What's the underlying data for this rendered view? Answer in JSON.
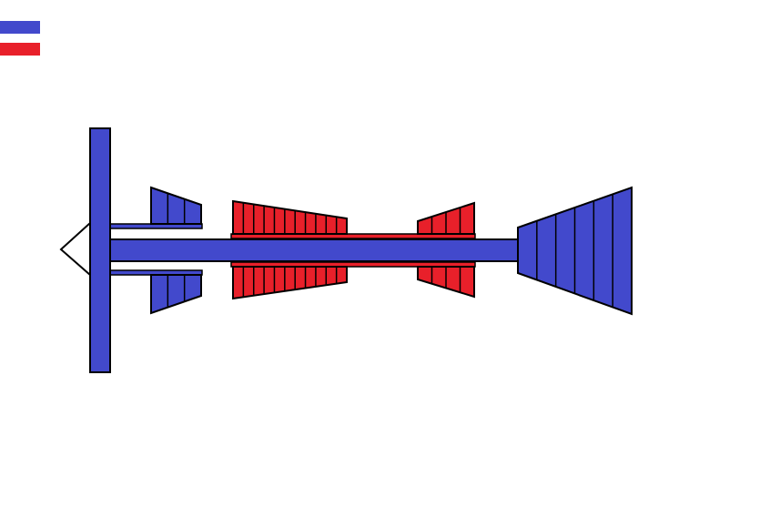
{
  "colors": {
    "low_pressure_spool": "#4249cc",
    "high_pressure_spool": "#e8202a",
    "outline": "#000000",
    "nose_cone_fill": "#ffffff",
    "background": "#ffffff"
  },
  "legend": [
    {
      "color_key": "low_pressure_spool"
    },
    {
      "color_key": "high_pressure_spool"
    }
  ],
  "diagram": {
    "fan_blades": 1,
    "low_pressure_compressor_stages": 3,
    "high_pressure_compressor_stages": 11,
    "high_pressure_turbine_stages": 4,
    "low_pressure_turbine_stages": 6
  }
}
